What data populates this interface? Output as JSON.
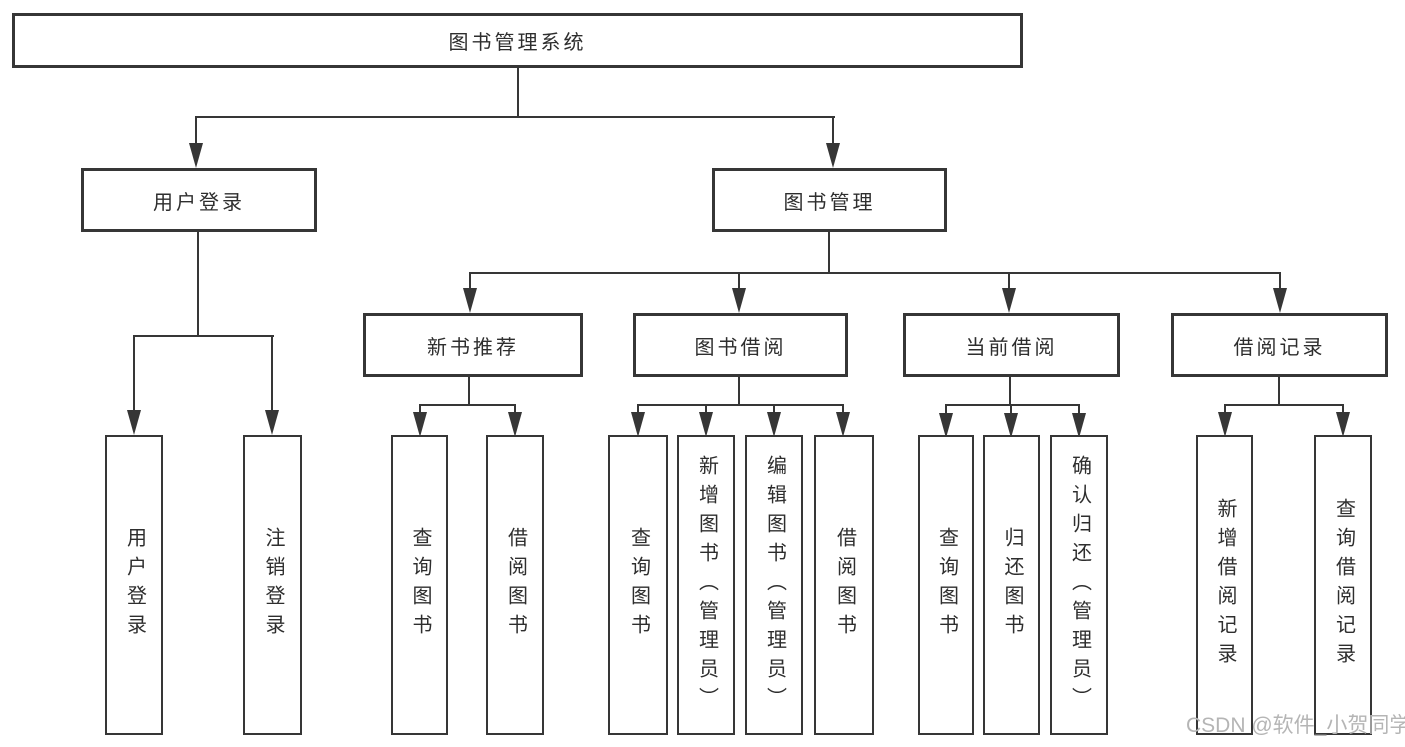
{
  "diagram": {
    "root": {
      "label": "图书管理系统"
    },
    "branches": [
      {
        "label": "用户登录",
        "children": [
          {
            "label": "用户登录"
          },
          {
            "label": "注销登录"
          }
        ]
      },
      {
        "label": "图书管理",
        "children": [
          {
            "label": "新书推荐",
            "children": [
              {
                "label": "查询图书"
              },
              {
                "label": "借阅图书"
              }
            ]
          },
          {
            "label": "图书借阅",
            "children": [
              {
                "label": "查询图书"
              },
              {
                "label": "新增图书（管理员）"
              },
              {
                "label": "编辑图书（管理员）"
              },
              {
                "label": "借阅图书"
              }
            ]
          },
          {
            "label": "当前借阅",
            "children": [
              {
                "label": "查询图书"
              },
              {
                "label": "归还图书"
              },
              {
                "label": "确认归还（管理员）"
              }
            ]
          },
          {
            "label": "借阅记录",
            "children": [
              {
                "label": "新增借阅记录"
              },
              {
                "label": "查询借阅记录"
              }
            ]
          }
        ]
      }
    ]
  },
  "watermark": {
    "text": "CSDN @软件_小贺同学"
  },
  "colors": {
    "line": "#363636",
    "text": "#2e2e2e",
    "watermark": "#b5b5b5",
    "background": "#ffffff"
  }
}
